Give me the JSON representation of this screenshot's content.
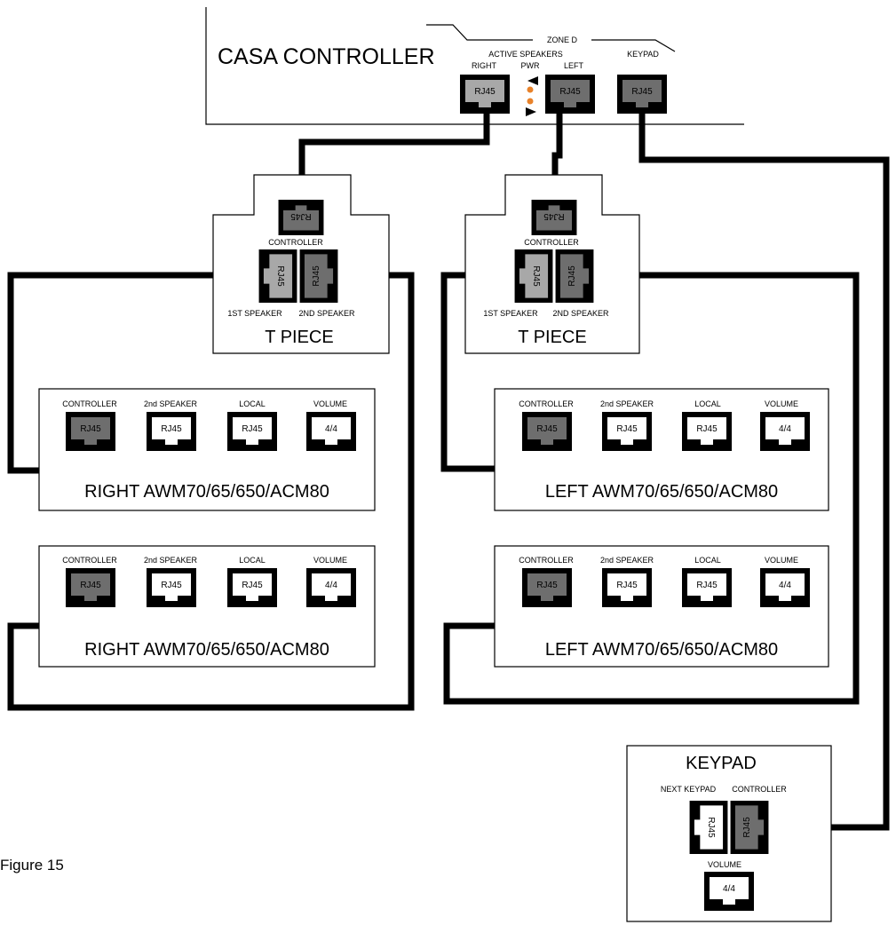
{
  "figure_caption": "Figure 15",
  "colors": {
    "cable": "#000000",
    "jack_dark": "#6e6e6e",
    "jack_light": "#a8a8a8",
    "jack_white": "#ffffff",
    "led": "#e8822a"
  },
  "controller": {
    "title": "CASA CONTROLLER",
    "zone_label": "ZONE D",
    "active_speakers_label": "ACTIVE SPEAKERS",
    "right_label": "RIGHT",
    "pwr_label": "PWR",
    "left_label": "LEFT",
    "keypad_label": "KEYPAD",
    "jack_text": "RJ45"
  },
  "tpieces": [
    {
      "title": "T PIECE",
      "controller_label": "CONTROLLER",
      "first_label": "1ST SPEAKER",
      "second_label": "2ND SPEAKER",
      "jack_text": "RJ45"
    },
    {
      "title": "T PIECE",
      "controller_label": "CONTROLLER",
      "first_label": "1ST SPEAKER",
      "second_label": "2ND SPEAKER",
      "jack_text": "RJ45"
    }
  ],
  "speakers": [
    {
      "title": "RIGHT AWM70/65/650/ACM80",
      "ports": [
        "CONTROLLER",
        "2nd SPEAKER",
        "LOCAL",
        "VOLUME"
      ],
      "port_text": [
        "RJ45",
        "RJ45",
        "RJ45",
        "4/4"
      ]
    },
    {
      "title": "LEFT AWM70/65/650/ACM80",
      "ports": [
        "CONTROLLER",
        "2nd SPEAKER",
        "LOCAL",
        "VOLUME"
      ],
      "port_text": [
        "RJ45",
        "RJ45",
        "RJ45",
        "4/4"
      ]
    },
    {
      "title": "RIGHT AWM70/65/650/ACM80",
      "ports": [
        "CONTROLLER",
        "2nd SPEAKER",
        "LOCAL",
        "VOLUME"
      ],
      "port_text": [
        "RJ45",
        "RJ45",
        "RJ45",
        "4/4"
      ]
    },
    {
      "title": "LEFT AWM70/65/650/ACM80",
      "ports": [
        "CONTROLLER",
        "2nd SPEAKER",
        "LOCAL",
        "VOLUME"
      ],
      "port_text": [
        "RJ45",
        "RJ45",
        "RJ45",
        "4/4"
      ]
    }
  ],
  "keypad": {
    "title": "KEYPAD",
    "next_label": "NEXT KEYPAD",
    "controller_label": "CONTROLLER",
    "volume_label": "VOLUME",
    "jack_text": "RJ45",
    "volume_text": "4/4"
  }
}
